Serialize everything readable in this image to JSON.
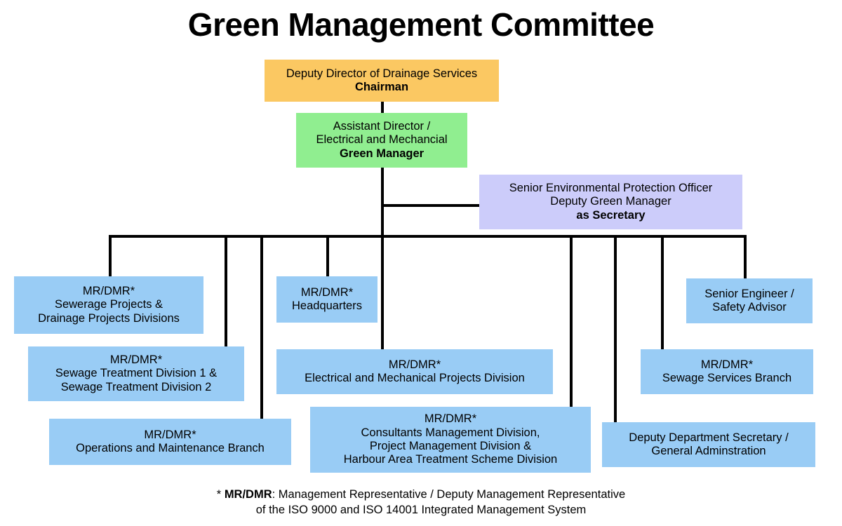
{
  "title": "Green Management Committee",
  "colors": {
    "chairman_box": "#FBC862",
    "green_manager_box": "#90EE90",
    "secretary_box": "#CCCCFA",
    "division_box": "#99CCF5",
    "connector": "#000000",
    "text": "#000000",
    "background": "#FFFFFF"
  },
  "nodes": {
    "chairman": {
      "lines": [
        {
          "text": "Deputy Director of Drainage Services",
          "bold": false
        },
        {
          "text": "Chairman",
          "bold": true
        }
      ]
    },
    "green_manager": {
      "lines": [
        {
          "text": "Assistant Director /",
          "bold": false
        },
        {
          "text": "Electrical and Mechancial",
          "bold": false
        },
        {
          "text": "Green Manager",
          "bold": true
        }
      ]
    },
    "secretary": {
      "lines": [
        {
          "text": "Senior Environmental Protection Officer",
          "bold": false
        },
        {
          "text": "Deputy Green Manager",
          "bold": false
        },
        {
          "text": "as Secretary",
          "bold": true
        }
      ]
    },
    "sewerage_drainage_projects": {
      "lines": [
        {
          "text": "MR/DMR*",
          "bold": false
        },
        {
          "text": "Sewerage Projects &",
          "bold": false
        },
        {
          "text": "Drainage Projects Divisions",
          "bold": false
        }
      ]
    },
    "sewage_treatment": {
      "lines": [
        {
          "text": "MR/DMR*",
          "bold": false
        },
        {
          "text": "Sewage Treatment Division 1 &",
          "bold": false
        },
        {
          "text": "Sewage Treatment Division 2",
          "bold": false
        }
      ]
    },
    "operations_maintenance": {
      "lines": [
        {
          "text": "MR/DMR*",
          "bold": false
        },
        {
          "text": "Operations and Maintenance Branch",
          "bold": false
        }
      ]
    },
    "headquarters": {
      "lines": [
        {
          "text": "MR/DMR*",
          "bold": false
        },
        {
          "text": "Headquarters",
          "bold": false
        }
      ]
    },
    "em_projects": {
      "lines": [
        {
          "text": "MR/DMR*",
          "bold": false
        },
        {
          "text": "Electrical and Mechanical Projects Division",
          "bold": false
        }
      ]
    },
    "consultants_management": {
      "lines": [
        {
          "text": "MR/DMR*",
          "bold": false
        },
        {
          "text": "Consultants Management Division,",
          "bold": false
        },
        {
          "text": "Project Management Division &",
          "bold": false
        },
        {
          "text": "Harbour Area Treatment Scheme Division",
          "bold": false
        }
      ]
    },
    "senior_engineer_safety": {
      "lines": [
        {
          "text": "Senior Engineer /",
          "bold": false
        },
        {
          "text": "Safety Advisor",
          "bold": false
        }
      ]
    },
    "sewage_services": {
      "lines": [
        {
          "text": "MR/DMR*",
          "bold": false
        },
        {
          "text": "Sewage Services Branch",
          "bold": false
        }
      ]
    },
    "deputy_dept_secretary": {
      "lines": [
        {
          "text": "Deputy Department Secretary /",
          "bold": false
        },
        {
          "text": "General Adminstration",
          "bold": false
        }
      ]
    }
  },
  "footnote": {
    "star": "*",
    "abbr": "MR/DMR",
    "line1_rest": ": Management Representative / Deputy Management Representative",
    "line2": "of the ISO 9000 and ISO 14001 Integrated Management System"
  }
}
